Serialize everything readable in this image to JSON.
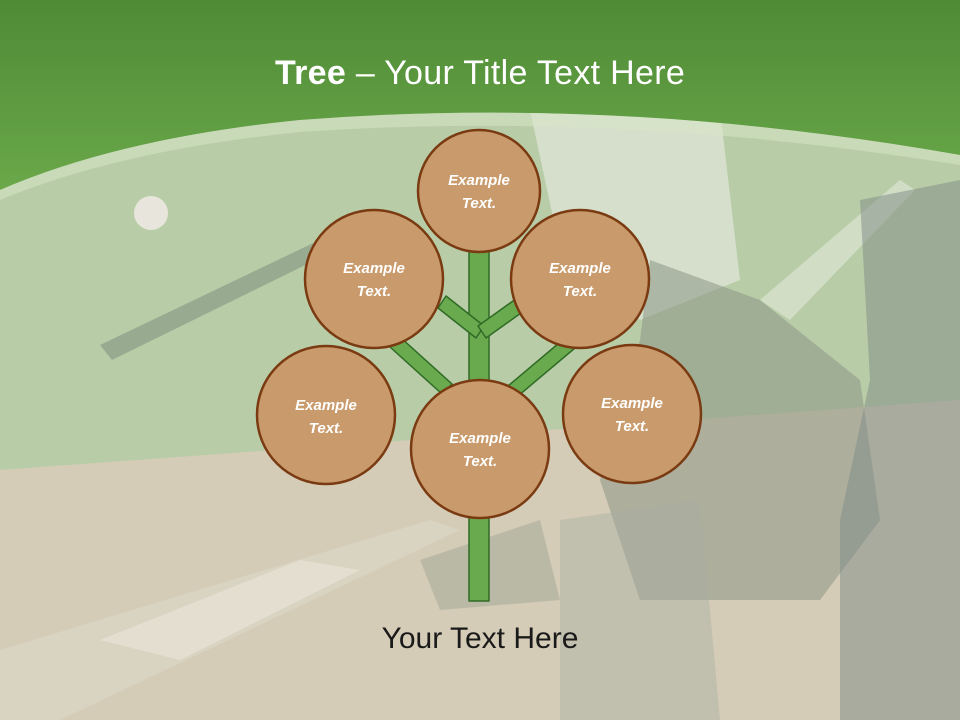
{
  "title": {
    "bold": "Tree",
    "rest": " – Your Title Text Here"
  },
  "nodes": [
    {
      "id": "top",
      "text_line1": "Example",
      "text_line2": "Text."
    },
    {
      "id": "upper-left",
      "text_line1": "Example",
      "text_line2": "Text."
    },
    {
      "id": "upper-right",
      "text_line1": "Example",
      "text_line2": "Text."
    },
    {
      "id": "lower-left",
      "text_line1": "Example",
      "text_line2": "Text."
    },
    {
      "id": "center",
      "text_line1": "Example",
      "text_line2": "Text."
    },
    {
      "id": "lower-right",
      "text_line1": "Example",
      "text_line2": "Text."
    }
  ],
  "caption": "Your Text Here",
  "colors": {
    "header_green": "#5e9b41",
    "node_fill": "#c99a6b",
    "node_border": "#7a3a12",
    "trunk_fill": "#6aaa4f",
    "trunk_border": "#2f6b25"
  }
}
